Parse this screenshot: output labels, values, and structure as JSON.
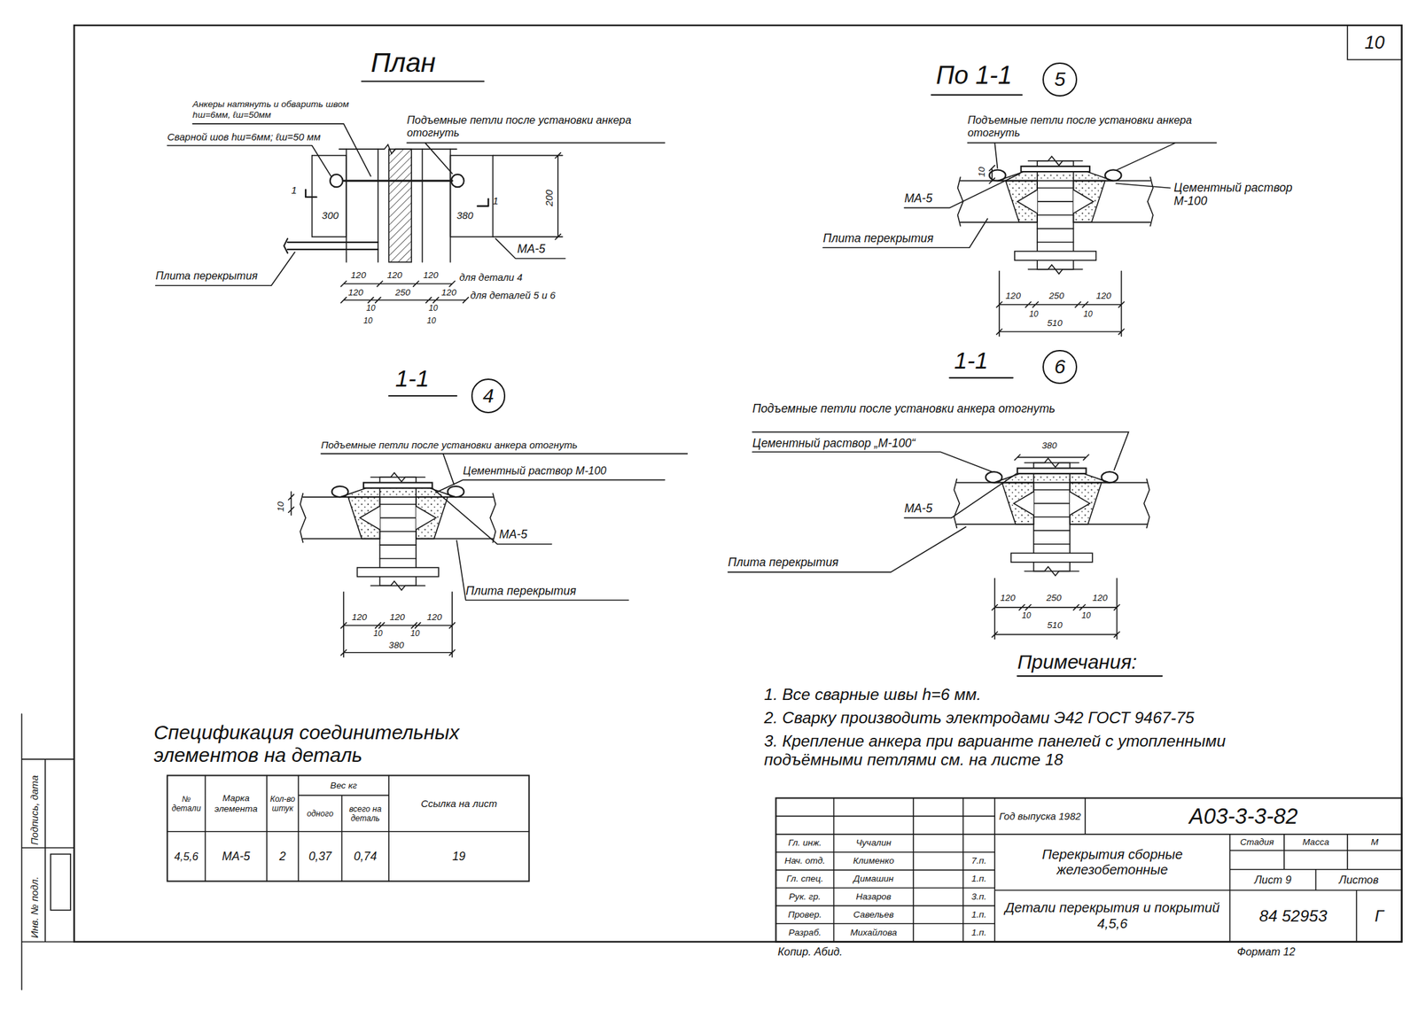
{
  "diagram": {
    "nodes": [
      {
        "text": [
          "5"
        ]
      },
      {
        "text": [
          "6"
        ]
      },
      {
        "text": [
          "4"
        ]
      }
    ],
    "labels": [
      "План",
      "Анкеры натянуть и обварить швом hш=6мм, ℓш=50мм",
      "Сварной шов hш=6мм; ℓш=50 мм",
      "Подъемные петли после установки анкера отогнуть",
      "200",
      "300",
      "1",
      "1",
      "380",
      "МА-5",
      "Плита перекрытия",
      "120",
      "120",
      "120",
      "для детали 4",
      "120",
      "10",
      "250",
      "10",
      "120",
      "для деталей 5 и 6",
      "10",
      "10",
      "По 1-1",
      "Подъемные петли после установки анкера отогнуть",
      "10",
      "МА-5",
      "Цементный раствор М-100",
      "Плита перекрытия",
      "120",
      "10",
      "250",
      "10",
      "120",
      "510",
      "1-1",
      "Подъемные петли после установки анкера отогнуть",
      "Цементный раствор М-100",
      "10",
      "МА-5",
      "Плита перекрытия",
      "10",
      "10",
      "120",
      "120",
      "120",
      "380",
      "1-1",
      "Подъемные петли после установки анкера отогнуть",
      "Цементный раствор „М-100“",
      "380",
      "МА-5",
      "Плита перекрытия",
      "120",
      "10",
      "250",
      "10",
      "120",
      "510",
      "Примечания:",
      "1. Все сварные швы h=6 мм.",
      "2. Сварку производить электродами Э42 ГОСТ 9467-75",
      "3. Крепление анкера при варианте панелей с утопленными подъёмными петлями см. на листе 18",
      "Спецификация соединительных элементов на деталь",
      "№ детали",
      "Марка элемента",
      "Кол-во штук",
      "Вес кг",
      "одного",
      "всего на деталь",
      "Ссылка на лист",
      "4,5,6",
      "МА-5",
      "2",
      "0,37",
      "0,74",
      "19",
      "Год выпуска 1982",
      "А03-3-3-82",
      "Гл. инж.",
      "Чучалин",
      "Нач. отд.",
      "Клименко",
      "Гл. спец.",
      "Димашин",
      "Рук. гр.",
      "Назаров",
      "Провер.",
      "Савельев",
      "Разраб.",
      "Михайлова",
      "7.п.",
      "1.п.",
      "3.п.",
      "1.п.",
      "1.п.",
      "Перекрытия сборные железобетонные",
      "Детали перекрытия и покрытий 4,5,6",
      "Стадия",
      "Масса",
      "М",
      "Лист 9",
      "Листов",
      "84 52953",
      "Г",
      "Копир. Абид.",
      "Формат 12",
      "10",
      "Подпись, дата",
      "Инв. № подл."
    ]
  }
}
